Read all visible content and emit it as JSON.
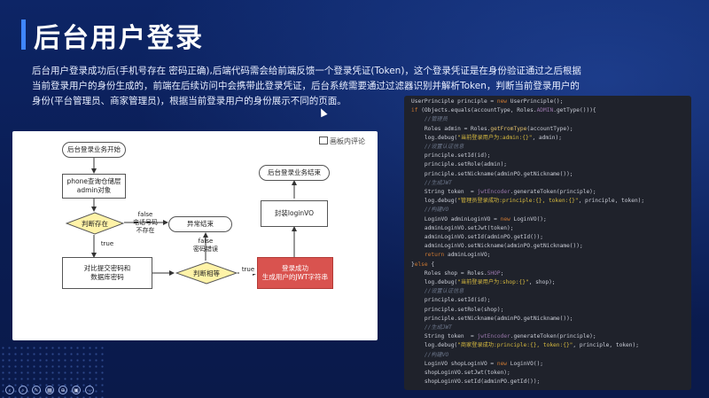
{
  "slide": {
    "title": "后台用户登录",
    "description": "后台用户登录成功后(手机号存在 密码正确),后端代码需会给前端反馈一个登录凭证(Token)，这个登录凭证是在身份验证通过之后根据当前登录用户的身份生成的，前端在后续访问中会携带此登录凭证，后台系统需要通过过滤器识别并解析Token，判断当前登录用户的身份(平台管理员、商家管理员)，根据当前登录用户的身份展示不同的页面。"
  },
  "diagram": {
    "pip_label": "画板内评论",
    "nodes": {
      "start": "后台登录业务开始",
      "query": "phone查询仓储层\nadmin对象",
      "exists": "判断存在",
      "compare": "对比提交密码和\n数据库密码",
      "pwd_check": "判断相等",
      "error": "异常结束",
      "success": "登录成功\n生成用户的JWT字符串",
      "wrap": "封装loginVO",
      "end": "后台登录业务结束"
    },
    "labels": {
      "false_phone": "false\n电话号码\n不存在",
      "true_exists": "true",
      "false_pwd": "false\n密码错误",
      "true_pwd": "true"
    }
  },
  "code_lines": [
    [
      [
        "UserPrinciple principle = ",
        "n"
      ],
      [
        "new ",
        "kw"
      ],
      [
        "UserPrinciple();",
        "n"
      ]
    ],
    [
      [
        "if ",
        "kw"
      ],
      [
        "(Objects.equals(accountType, Roles.",
        "n"
      ],
      [
        "ADMIN",
        "fld"
      ],
      [
        ".getType())){",
        "n"
      ]
    ],
    [
      [
        "    //管理员",
        "cm"
      ]
    ],
    [
      [
        "    Roles admin = Roles.",
        "n"
      ],
      [
        "getFromType",
        "fn"
      ],
      [
        "(accountType);",
        "n"
      ]
    ],
    [
      [
        "    log.debug(",
        "n"
      ],
      [
        "\"当前登录用户为:admin:{}\"",
        "str"
      ],
      [
        ", admin);",
        "n"
      ]
    ],
    [
      [
        "    //设置认证信息",
        "cm"
      ]
    ],
    [
      [
        "    principle.setId(id);",
        "n"
      ]
    ],
    [
      [
        "    principle.setRole(admin);",
        "n"
      ]
    ],
    [
      [
        "    principle.setNickname(adminPO.getNickname());",
        "n"
      ]
    ],
    [
      [
        "    //生成JWT",
        "cm"
      ]
    ],
    [
      [
        "    String token  = ",
        "n"
      ],
      [
        "jwtEncoder",
        "fld"
      ],
      [
        ".generateToken(principle);",
        "n"
      ]
    ],
    [
      [
        "    log.debug(",
        "n"
      ],
      [
        "\"管理员登录成功:principle:{}, token:{}\"",
        "str"
      ],
      [
        ", principle, token);",
        "n"
      ]
    ],
    [
      [
        "    //构建VO",
        "cm"
      ]
    ],
    [
      [
        "    LoginVO adminLoginVO = ",
        "n"
      ],
      [
        "new ",
        "kw"
      ],
      [
        "LoginVO();",
        "n"
      ]
    ],
    [
      [
        "    adminLoginVO.setJwt(token);",
        "n"
      ]
    ],
    [
      [
        "    adminLoginVO.setId(adminPO.getId());",
        "n"
      ]
    ],
    [
      [
        "    adminLoginVO.setNickname(adminPO.getNickname());",
        "n"
      ]
    ],
    [
      [
        "    ",
        "n"
      ],
      [
        "return ",
        "kw"
      ],
      [
        "adminLoginVO;",
        "n"
      ]
    ],
    [
      [
        "}",
        "n"
      ],
      [
        "else ",
        "kw"
      ],
      [
        "{",
        "n"
      ]
    ],
    [
      [
        "    Roles shop = Roles.",
        "n"
      ],
      [
        "SHOP",
        "fld"
      ],
      [
        ";",
        "n"
      ]
    ],
    [
      [
        "    log.debug(",
        "n"
      ],
      [
        "\"当前登录用户为:shop:{}\"",
        "str"
      ],
      [
        ", shop);",
        "n"
      ]
    ],
    [
      [
        "    //设置认证信息",
        "cm"
      ]
    ],
    [
      [
        "    principle.setId(id);",
        "n"
      ]
    ],
    [
      [
        "    principle.setRole(shop);",
        "n"
      ]
    ],
    [
      [
        "    principle.setNickname(adminPO.getNickname());",
        "n"
      ]
    ],
    [
      [
        "    //生成JWT",
        "cm"
      ]
    ],
    [
      [
        "    String token  = ",
        "n"
      ],
      [
        "jwtEncoder",
        "fld"
      ],
      [
        ".generateToken(principle);",
        "n"
      ]
    ],
    [
      [
        "    log.debug(",
        "n"
      ],
      [
        "\"商家登录成功:principle:{}, token:{}\"",
        "str"
      ],
      [
        ", principle, token);",
        "n"
      ]
    ],
    [
      [
        "    //构建VO",
        "cm"
      ]
    ],
    [
      [
        "    LoginVO shopLoginVO = ",
        "n"
      ],
      [
        "new ",
        "kw"
      ],
      [
        "LoginVO();",
        "n"
      ]
    ],
    [
      [
        "    shopLoginVO.setJwt(token);",
        "n"
      ]
    ],
    [
      [
        "    shopLoginVO.setId(adminPO.getId());",
        "n"
      ]
    ]
  ],
  "toolbar": {
    "buttons": [
      "prev-icon",
      "next-icon",
      "pen-icon",
      "grid-icon",
      "zoom-icon",
      "camera-icon",
      "more-icon"
    ]
  },
  "colors": {
    "background": "#0b1f55",
    "accent": "#3f86ff",
    "success_box": "#d9534f",
    "code_bg": "#1f222b"
  }
}
